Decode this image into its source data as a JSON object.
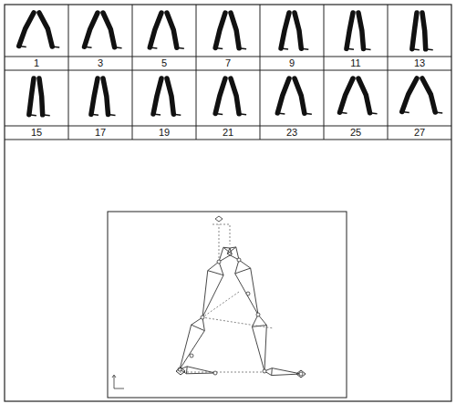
{
  "diagram": {
    "labels": [
      "1",
      "3",
      "5",
      "7",
      "9",
      "11",
      "13",
      "15",
      "17",
      "19",
      "21",
      "23",
      "25",
      "27"
    ]
  }
}
